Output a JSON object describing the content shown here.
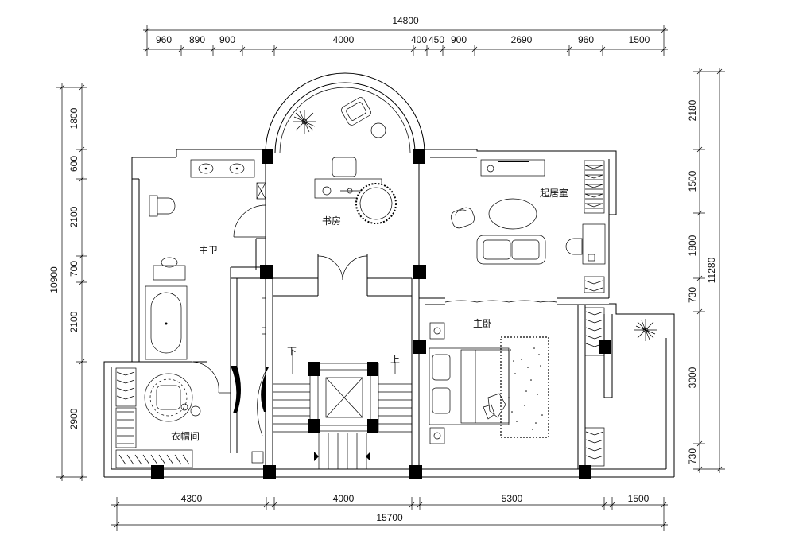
{
  "dimensions": {
    "top_total": "14800",
    "top_segments": [
      "960",
      "890",
      "900",
      "4000",
      "400",
      "450",
      "900",
      "2690",
      "960",
      "1500"
    ],
    "bottom_segments": [
      "4300",
      "4000",
      "5300",
      "1500"
    ],
    "bottom_total": "15700",
    "left_total": "10900",
    "left_segments": [
      "1800",
      "600",
      "2100",
      "700",
      "2100",
      "2900"
    ],
    "right_total": "11280",
    "right_segments": [
      "2180",
      "1500",
      "1800",
      "730",
      "3000",
      "730"
    ]
  },
  "rooms": {
    "study": "书房",
    "living": "起居室",
    "master_bath": "主卫",
    "master_bedroom": "主卧",
    "cloakroom": "衣帽间",
    "stairs_down": "下",
    "stairs_up": "上"
  }
}
